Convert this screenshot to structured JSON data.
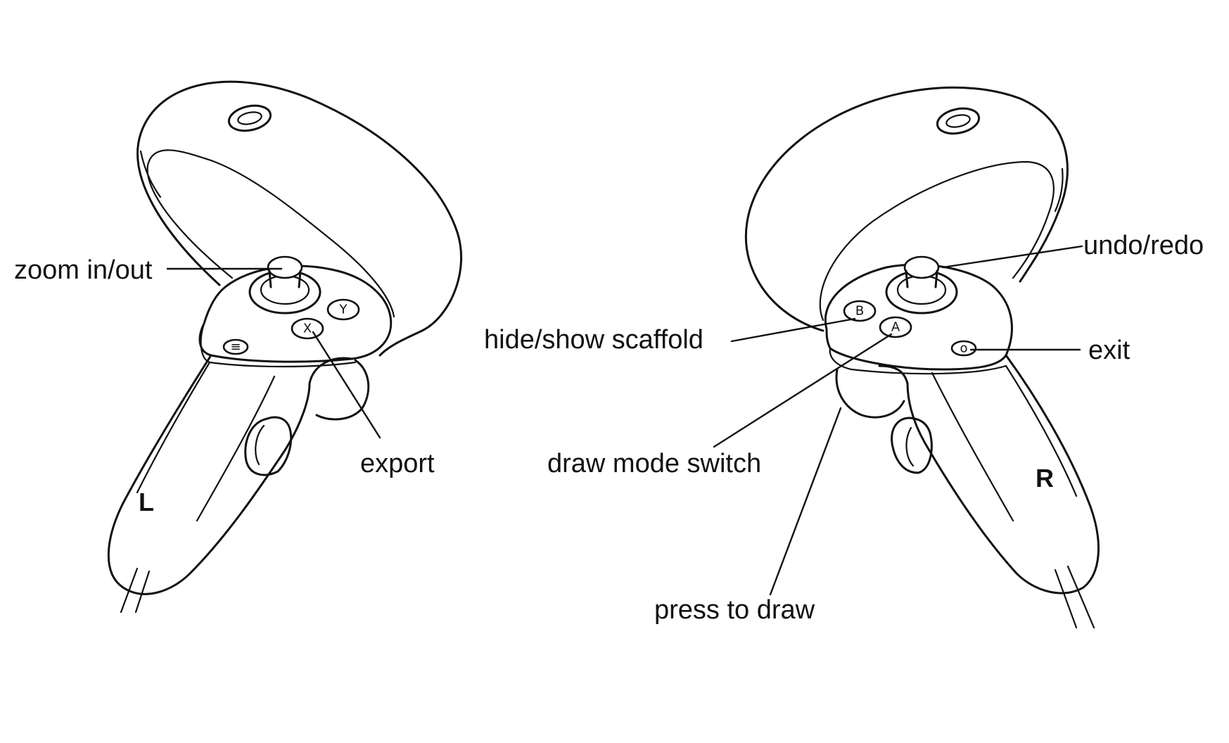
{
  "left_controller": {
    "hand_label": "L",
    "buttons": {
      "x": "X",
      "y": "Y",
      "menu": "≡"
    },
    "callouts": {
      "zoom": "zoom in/out",
      "export": "export"
    }
  },
  "right_controller": {
    "hand_label": "R",
    "buttons": {
      "a": "A",
      "b": "B",
      "oculus": "o"
    },
    "callouts": {
      "undo": "undo/redo",
      "hide": "hide/show scaffold",
      "exit": "exit",
      "draw_mode": "draw mode switch",
      "press": "press to draw"
    }
  }
}
